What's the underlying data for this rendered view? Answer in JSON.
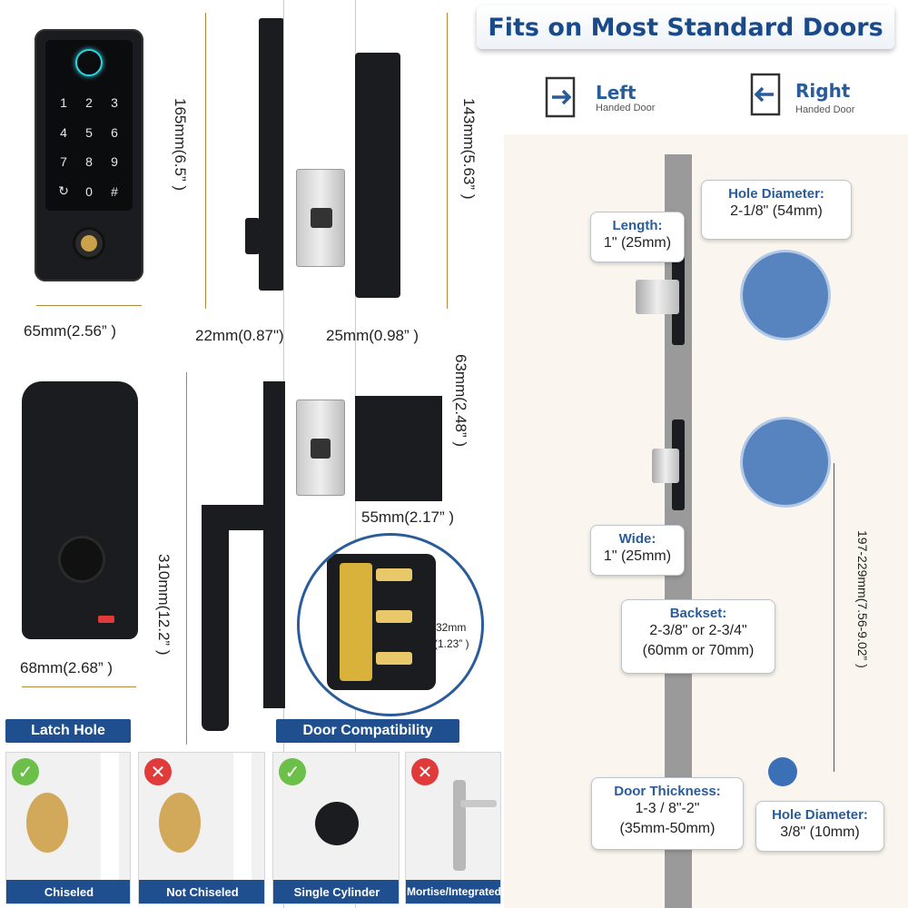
{
  "header": {
    "title": "Fits on Most Standard Doors"
  },
  "handedness": {
    "left": {
      "title": "Left",
      "subtitle": "Handed Door"
    },
    "right": {
      "title": "Right",
      "subtitle": "Handed Door"
    }
  },
  "front_dims": {
    "height": "165mm(6.5” )",
    "width": "65mm(2.56” )",
    "depth": "22mm(0.87\")",
    "bolt_depth": "25mm(0.98” )",
    "inner_height": "143mm(5.63” )"
  },
  "back_dims": {
    "width": "68mm(2.68” )",
    "height": "310mm(12.2” )",
    "latch_height": "63mm(2.48” )",
    "latch_depth": "55mm(2.17” )",
    "screw_spacing": "32mm",
    "screw_spacing_in": "(1.23” )"
  },
  "callouts": {
    "hole_diameter_top": {
      "title": "Hole Diameter:",
      "value": "2-1/8\" (54mm)"
    },
    "length": {
      "title": "Length:",
      "value": "1\" (25mm)"
    },
    "wide": {
      "title": "Wide:",
      "value": "1\" (25mm)"
    },
    "backset": {
      "title": "Backset:",
      "line1": "2-3/8\" or 2-3/4\"",
      "line2": "(60mm or 70mm)"
    },
    "door_thickness": {
      "title": "Door Thickness:",
      "line1": "1-3 / 8\"-2\"",
      "line2": "(35mm-50mm)"
    },
    "hole_diameter_bottom": {
      "title": "Hole Diameter:",
      "value": "3/8\" (10mm)"
    },
    "spacing": "197-229mm(7.56-9.02” )"
  },
  "bottom": {
    "latch_hole_tab": "Latch Hole",
    "door_compat_tab": "Door Compatibility",
    "thumbs": [
      {
        "label": "Chiseled",
        "status": "ok"
      },
      {
        "label": "Not Chiseled",
        "status": "no"
      },
      {
        "label": "Single Cylinder",
        "status": "ok"
      },
      {
        "label": "Mortise/Integrated",
        "status": "no"
      }
    ]
  },
  "colors": {
    "brand_blue": "#1f4f8e",
    "accent_blue": "#2a5c9a",
    "ok_green": "#6cc04a",
    "no_red": "#e03a3a",
    "keypad_glow": "#2fd3e0"
  },
  "keypad": {
    "keys": [
      "1",
      "2",
      "3",
      "4",
      "5",
      "6",
      "7",
      "8",
      "9",
      "↻",
      "0",
      "#"
    ]
  }
}
